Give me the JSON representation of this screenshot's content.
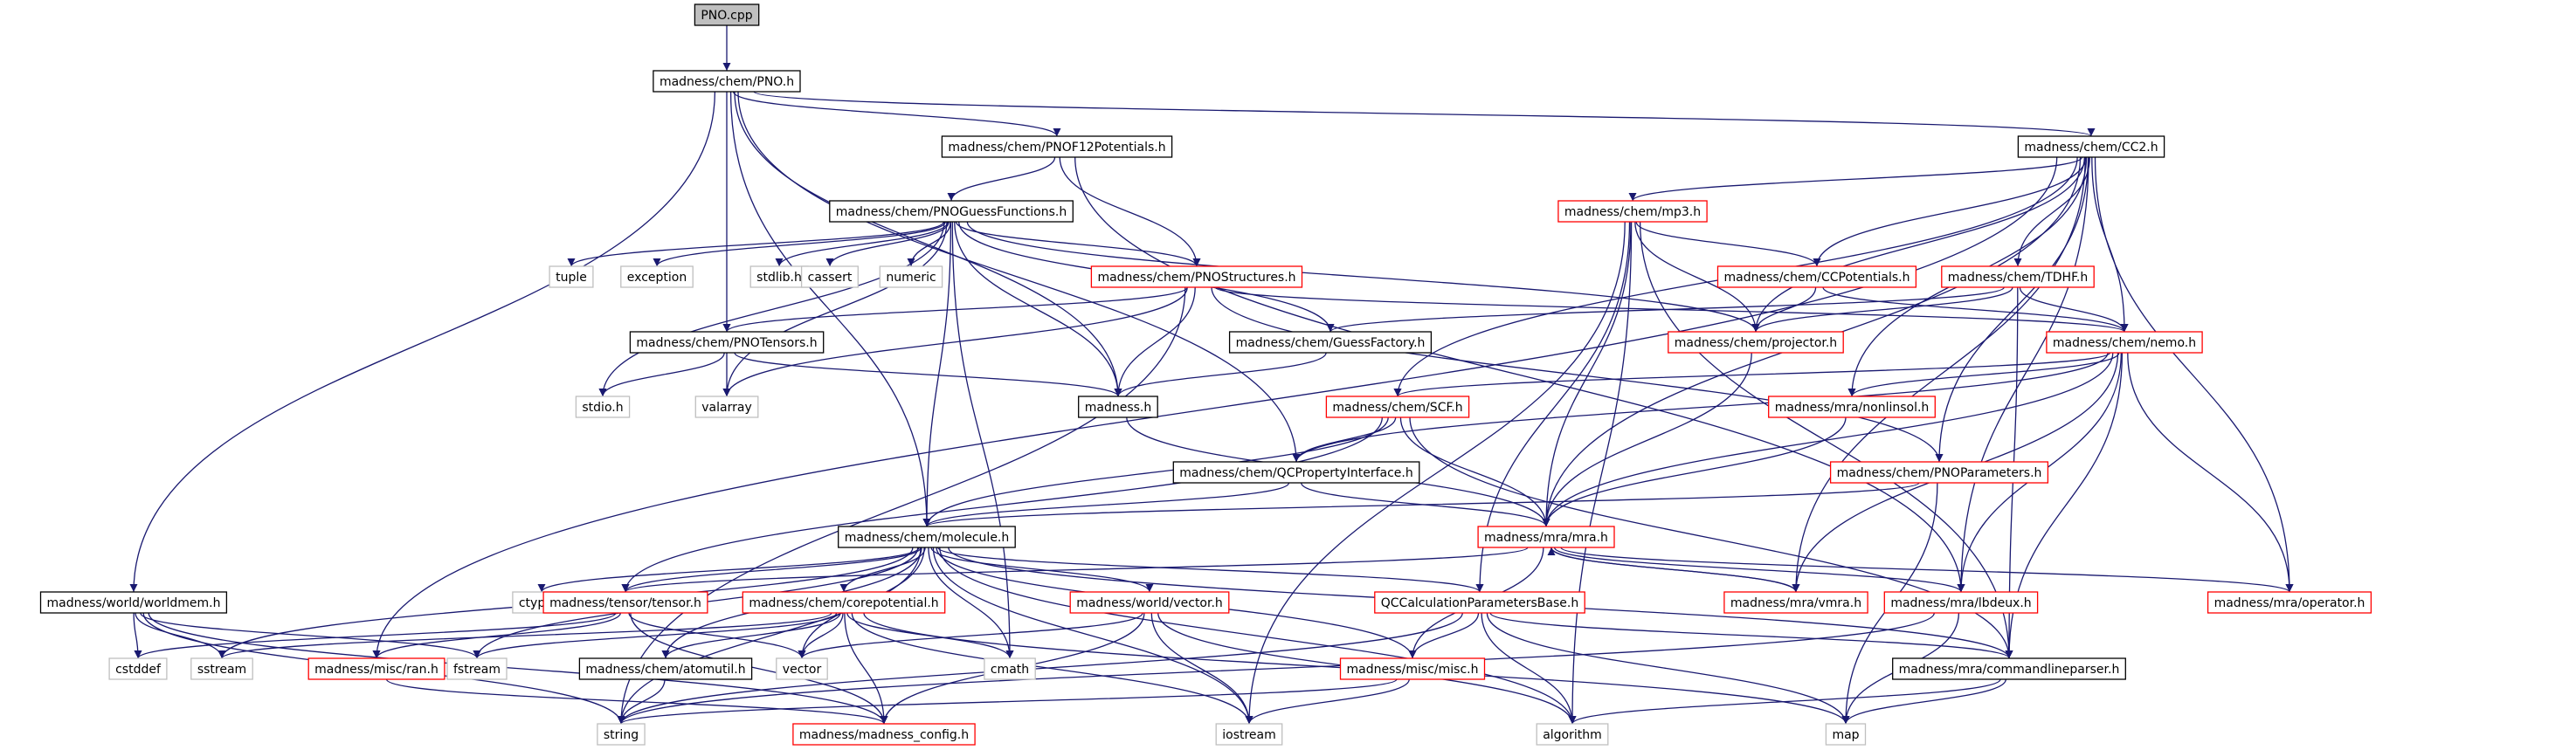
{
  "nodes": [
    {
      "id": "pno_cpp",
      "label": "PNO.cpp",
      "style": "root"
    },
    {
      "id": "pno_h",
      "label": "madness/chem/PNO.h",
      "style": "black"
    },
    {
      "id": "pnof12",
      "label": "madness/chem/PNOF12Potentials.h",
      "style": "black"
    },
    {
      "id": "cc2",
      "label": "madness/chem/CC2.h",
      "style": "black"
    },
    {
      "id": "worldmem",
      "label": "madness/world/worldmem.h",
      "style": "black"
    },
    {
      "id": "guessfn",
      "label": "madness/chem/PNOGuessFunctions.h",
      "style": "black"
    },
    {
      "id": "mp3",
      "label": "madness/chem/mp3.h",
      "style": "red"
    },
    {
      "id": "tuple",
      "label": "tuple",
      "style": "gray"
    },
    {
      "id": "exception",
      "label": "exception",
      "style": "gray"
    },
    {
      "id": "stdlib",
      "label": "stdlib.h",
      "style": "gray"
    },
    {
      "id": "cassert",
      "label": "cassert",
      "style": "gray"
    },
    {
      "id": "numeric",
      "label": "numeric",
      "style": "gray"
    },
    {
      "id": "pnostruct",
      "label": "madness/chem/PNOStructures.h",
      "style": "red"
    },
    {
      "id": "ccpot",
      "label": "madness/chem/CCPotentials.h",
      "style": "red"
    },
    {
      "id": "tdhf",
      "label": "madness/chem/TDHF.h",
      "style": "red"
    },
    {
      "id": "pnotensors",
      "label": "madness/chem/PNOTensors.h",
      "style": "black"
    },
    {
      "id": "guessfactory",
      "label": "madness/chem/GuessFactory.h",
      "style": "black"
    },
    {
      "id": "projector",
      "label": "madness/chem/projector.h",
      "style": "red"
    },
    {
      "id": "nemo",
      "label": "madness/chem/nemo.h",
      "style": "red"
    },
    {
      "id": "stdio",
      "label": "stdio.h",
      "style": "gray"
    },
    {
      "id": "valarray",
      "label": "valarray",
      "style": "gray"
    },
    {
      "id": "madness_h",
      "label": "madness.h",
      "style": "black"
    },
    {
      "id": "scf",
      "label": "madness/chem/SCF.h",
      "style": "red"
    },
    {
      "id": "nonlinsol",
      "label": "madness/mra/nonlinsol.h",
      "style": "red"
    },
    {
      "id": "qcprop",
      "label": "madness/chem/QCPropertyInterface.h",
      "style": "black"
    },
    {
      "id": "pnoparams",
      "label": "madness/chem/PNOParameters.h",
      "style": "red"
    },
    {
      "id": "molecule",
      "label": "madness/chem/molecule.h",
      "style": "black"
    },
    {
      "id": "mra",
      "label": "madness/mra/mra.h",
      "style": "red"
    },
    {
      "id": "ctype",
      "label": "ctype.h",
      "style": "gray"
    },
    {
      "id": "tensor",
      "label": "madness/tensor/tensor.h",
      "style": "red"
    },
    {
      "id": "corepot",
      "label": "madness/chem/corepotential.h",
      "style": "red"
    },
    {
      "id": "worldvector",
      "label": "madness/world/vector.h",
      "style": "red"
    },
    {
      "id": "qccalc",
      "label": "QCCalculationParametersBase.h",
      "style": "red"
    },
    {
      "id": "vmra",
      "label": "madness/mra/vmra.h",
      "style": "red"
    },
    {
      "id": "lbdeux",
      "label": "madness/mra/lbdeux.h",
      "style": "red"
    },
    {
      "id": "operator",
      "label": "madness/mra/operator.h",
      "style": "red"
    },
    {
      "id": "cstddef",
      "label": "cstddef",
      "style": "gray"
    },
    {
      "id": "sstream",
      "label": "sstream",
      "style": "gray"
    },
    {
      "id": "ran",
      "label": "madness/misc/ran.h",
      "style": "red"
    },
    {
      "id": "fstream",
      "label": "fstream",
      "style": "gray"
    },
    {
      "id": "vector",
      "label": "vector",
      "style": "gray"
    },
    {
      "id": "cmath",
      "label": "cmath",
      "style": "gray"
    },
    {
      "id": "misc",
      "label": "madness/misc/misc.h",
      "style": "red"
    },
    {
      "id": "cmdline",
      "label": "madness/mra/commandlineparser.h",
      "style": "black"
    },
    {
      "id": "atomutil",
      "label": "madness/chem/atomutil.h",
      "style": "black"
    },
    {
      "id": "string",
      "label": "string",
      "style": "gray"
    },
    {
      "id": "config",
      "label": "madness/madness_config.h",
      "style": "red"
    },
    {
      "id": "iostream",
      "label": "iostream",
      "style": "gray"
    },
    {
      "id": "algorithm",
      "label": "algorithm",
      "style": "gray"
    },
    {
      "id": "map",
      "label": "map",
      "style": "gray"
    }
  ],
  "edges": [
    [
      "pno_cpp",
      "pno_h"
    ],
    [
      "pno_h",
      "pnof12"
    ],
    [
      "pno_h",
      "cc2"
    ],
    [
      "pno_h",
      "worldmem"
    ],
    [
      "pno_h",
      "pnotensors"
    ],
    [
      "pno_h",
      "molecule"
    ],
    [
      "pno_h",
      "qcprop"
    ],
    [
      "pno_h",
      "madness_h"
    ],
    [
      "pnof12",
      "guessfn"
    ],
    [
      "pnof12",
      "pnostruct"
    ],
    [
      "pnof12",
      "lbdeux"
    ],
    [
      "cc2",
      "mp3"
    ],
    [
      "cc2",
      "ccpot"
    ],
    [
      "cc2",
      "tdhf"
    ],
    [
      "cc2",
      "nemo"
    ],
    [
      "cc2",
      "projector"
    ],
    [
      "cc2",
      "scf"
    ],
    [
      "cc2",
      "nonlinsol"
    ],
    [
      "cc2",
      "pnoparams"
    ],
    [
      "cc2",
      "mra"
    ],
    [
      "cc2",
      "ran"
    ],
    [
      "cc2",
      "vmra"
    ],
    [
      "cc2",
      "lbdeux"
    ],
    [
      "cc2",
      "operator"
    ],
    [
      "worldmem",
      "cstddef"
    ],
    [
      "worldmem",
      "sstream"
    ],
    [
      "worldmem",
      "fstream"
    ],
    [
      "worldmem",
      "string"
    ],
    [
      "worldmem",
      "config"
    ],
    [
      "guessfn",
      "tuple"
    ],
    [
      "guessfn",
      "exception"
    ],
    [
      "guessfn",
      "stdlib"
    ],
    [
      "guessfn",
      "cassert"
    ],
    [
      "guessfn",
      "numeric"
    ],
    [
      "guessfn",
      "pnostruct"
    ],
    [
      "guessfn",
      "guessfactory"
    ],
    [
      "guessfn",
      "projector"
    ],
    [
      "guessfn",
      "madness_h"
    ],
    [
      "guessfn",
      "stdio"
    ],
    [
      "guessfn",
      "valarray"
    ],
    [
      "guessfn",
      "molecule"
    ],
    [
      "guessfn",
      "cmath"
    ],
    [
      "mp3",
      "ccpot"
    ],
    [
      "mp3",
      "projector"
    ],
    [
      "mp3",
      "mra"
    ],
    [
      "mp3",
      "qccalc"
    ],
    [
      "mp3",
      "iostream"
    ],
    [
      "mp3",
      "algorithm"
    ],
    [
      "mp3",
      "cmdline"
    ],
    [
      "pnostruct",
      "pnotensors"
    ],
    [
      "pnostruct",
      "madness_h"
    ],
    [
      "pnostruct",
      "nemo"
    ],
    [
      "pnostruct",
      "pnoparams"
    ],
    [
      "pnostruct",
      "valarray"
    ],
    [
      "pnostruct",
      "string"
    ],
    [
      "ccpot",
      "projector"
    ],
    [
      "ccpot",
      "nemo"
    ],
    [
      "tdhf",
      "guessfactory"
    ],
    [
      "tdhf",
      "projector"
    ],
    [
      "tdhf",
      "nemo"
    ],
    [
      "tdhf",
      "cmdline"
    ],
    [
      "pnotensors",
      "stdio"
    ],
    [
      "pnotensors",
      "valarray"
    ],
    [
      "pnotensors",
      "madness_h"
    ],
    [
      "guessfactory",
      "madness_h"
    ],
    [
      "projector",
      "mra"
    ],
    [
      "nemo",
      "scf"
    ],
    [
      "nemo",
      "nonlinsol"
    ],
    [
      "nemo",
      "mra"
    ],
    [
      "nemo",
      "vmra"
    ],
    [
      "nemo",
      "lbdeux"
    ],
    [
      "nemo",
      "operator"
    ],
    [
      "nemo",
      "cmdline"
    ],
    [
      "nemo",
      "qcprop"
    ],
    [
      "madness_h",
      "mra"
    ],
    [
      "scf",
      "qcprop"
    ],
    [
      "scf",
      "molecule"
    ],
    [
      "scf",
      "mra"
    ],
    [
      "scf",
      "tensor"
    ],
    [
      "scf",
      "cmdline"
    ],
    [
      "nonlinsol",
      "mra"
    ],
    [
      "qcprop",
      "molecule"
    ],
    [
      "qcprop",
      "mra"
    ],
    [
      "pnoparams",
      "molecule"
    ],
    [
      "pnoparams",
      "map"
    ],
    [
      "molecule",
      "ctype"
    ],
    [
      "molecule",
      "tensor"
    ],
    [
      "molecule",
      "corepot"
    ],
    [
      "molecule",
      "worldvector"
    ],
    [
      "molecule",
      "qccalc"
    ],
    [
      "molecule",
      "sstream"
    ],
    [
      "molecule",
      "vector"
    ],
    [
      "molecule",
      "cmath"
    ],
    [
      "molecule",
      "misc"
    ],
    [
      "molecule",
      "cmdline"
    ],
    [
      "molecule",
      "iostream"
    ],
    [
      "molecule",
      "algorithm"
    ],
    [
      "molecule",
      "string"
    ],
    [
      "molecule",
      "fstream"
    ],
    [
      "molecule",
      "atomutil"
    ],
    [
      "mra",
      "tensor"
    ],
    [
      "mra",
      "vmra"
    ],
    [
      "mra",
      "lbdeux"
    ],
    [
      "mra",
      "operator"
    ],
    [
      "mra",
      "misc"
    ],
    [
      "vmra",
      "mra"
    ],
    [
      "tensor",
      "cstddef"
    ],
    [
      "tensor",
      "ran"
    ],
    [
      "tensor",
      "vector"
    ],
    [
      "tensor",
      "config"
    ],
    [
      "corepot",
      "sstream"
    ],
    [
      "corepot",
      "vector"
    ],
    [
      "corepot",
      "cmath"
    ],
    [
      "corepot",
      "atomutil"
    ],
    [
      "corepot",
      "config"
    ],
    [
      "corepot",
      "iostream"
    ],
    [
      "corepot",
      "map"
    ],
    [
      "corepot",
      "fstream"
    ],
    [
      "worldvector",
      "vector"
    ],
    [
      "worldvector",
      "config"
    ],
    [
      "worldvector",
      "iostream"
    ],
    [
      "worldvector",
      "algorithm"
    ],
    [
      "qccalc",
      "misc"
    ],
    [
      "qccalc",
      "cmdline"
    ],
    [
      "qccalc",
      "algorithm"
    ],
    [
      "qccalc",
      "map"
    ],
    [
      "qccalc",
      "string"
    ],
    [
      "lbdeux",
      "map"
    ],
    [
      "lbdeux",
      "string"
    ],
    [
      "ran",
      "config"
    ],
    [
      "misc",
      "string"
    ],
    [
      "misc",
      "iostream"
    ],
    [
      "cmdline",
      "map"
    ],
    [
      "cmdline",
      "algorithm"
    ],
    [
      "atomutil",
      "string"
    ]
  ]
}
